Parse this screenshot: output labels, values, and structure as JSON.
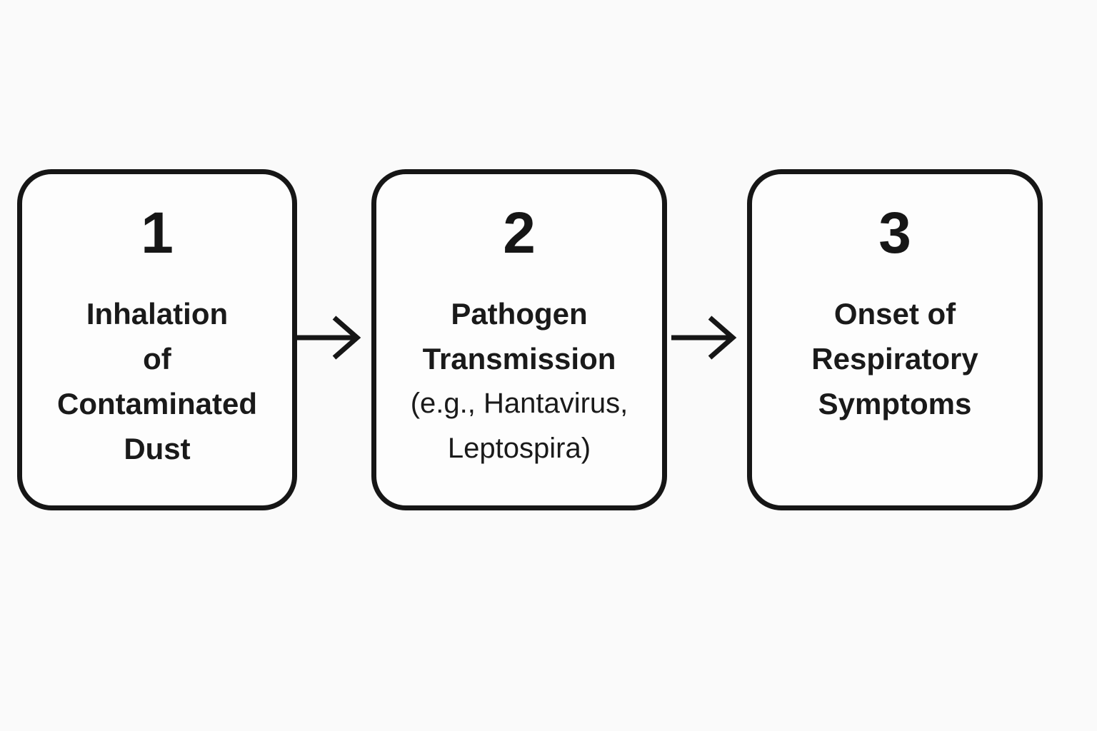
{
  "diagram": {
    "type": "flowchart",
    "direction": "left-to-right",
    "colors": {
      "background": "#fafafa",
      "box_fill": "#fdfdfd",
      "stroke": "#161616",
      "text": "#1a1a1a"
    },
    "steps": [
      {
        "number": "1",
        "title": "Inhalation\nof\nContaminated\nDust"
      },
      {
        "number": "2",
        "title": "Pathogen\nTransmission",
        "subtitle": "(e.g., Hantavirus,\nLeptospira)"
      },
      {
        "number": "3",
        "title": "Onset of\nRespiratory\nSymptoms"
      }
    ],
    "connectors": [
      {
        "from": "1",
        "to": "2",
        "glyph": "arrow-right"
      },
      {
        "from": "2",
        "to": "3",
        "glyph": "arrow-right"
      }
    ]
  }
}
